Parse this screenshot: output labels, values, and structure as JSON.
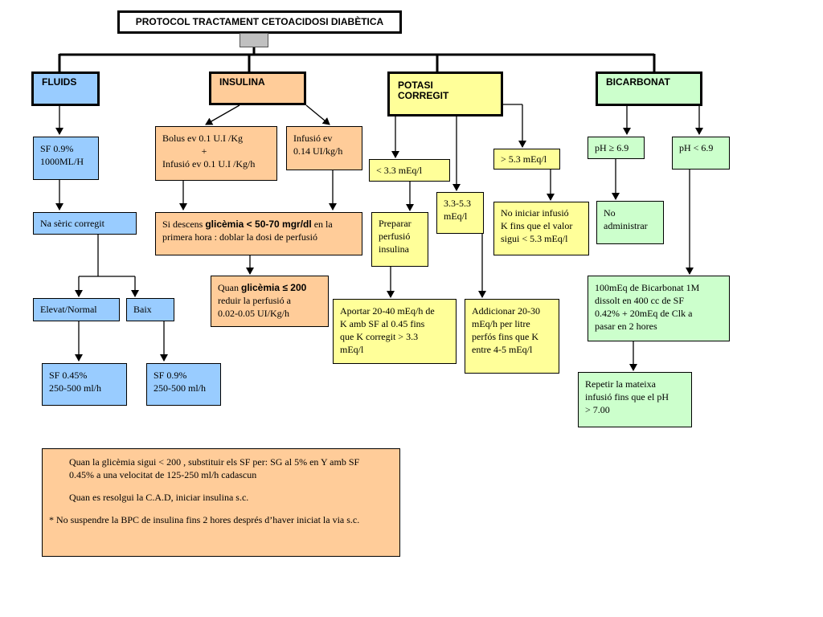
{
  "title": "PROTOCOL TRACTAMENT CETOACIDOSI DIABÈTICA",
  "headers": {
    "fluids": "FLUIDS",
    "insulina": "INSULINA",
    "potasi_l1": "POTASI",
    "potasi_l2": "CORREGIT",
    "bicarbonat": "BICARBONAT"
  },
  "fluids": {
    "sf": [
      "SF 0.9%",
      "1000ML/H"
    ],
    "na": "Na sèric corregit",
    "elevat": "Elevat/Normal",
    "baix": "Baix",
    "sf045": [
      "SF   0.45%",
      "250-500 ml/h"
    ],
    "sf09": [
      "SF  0.9%",
      "250-500 ml/h"
    ]
  },
  "insulina": {
    "bolus": [
      "Bolus ev  0.1  U.I /Kg",
      "+",
      "Infusió ev  0.1  U.I /Kg/h"
    ],
    "infusio": [
      "Infusió ev",
      "0.14 UI/kg/h"
    ],
    "descens_a": "Si descens ",
    "descens_b": "glicèmia < 50-70 mgr/dl",
    "descens_c": " en la",
    "descens_d": "primera hora : doblar  la dosi de perfusió",
    "quan_a": "Quan ",
    "quan_b": "glicèmia ≤ 200",
    "quan_c": "reduir la perfusió a",
    "quan_d": "0.02-0.05 UI/Kg/h"
  },
  "potasi": {
    "lt33": "< 3.3 mEq/l",
    "range": [
      "3.3-5.3",
      "mEq/l"
    ],
    "gt53": "> 5.3 mEq/l",
    "preparar": [
      "Preparar",
      "perfusió",
      "insulina"
    ],
    "aportar": [
      "Aportar 20-40 mEq/h de",
      "K amb SF al 0.45 fins",
      "que K corregit > 3.3",
      "mEq/l"
    ],
    "addicionar": [
      "Addicionar 20-30",
      "mEq/h per litre",
      "perfós fins que K",
      "entre 4-5 mEq/l"
    ],
    "no_iniciar": [
      "No iniciar infusió",
      "K fins que el valor",
      "sigui < 5.3 mEq/l"
    ]
  },
  "bicarbonat": {
    "ph_ge": "pH ≥ 6.9",
    "ph_lt": "pH < 6.9",
    "no_admin": [
      "No",
      "administrar"
    ],
    "dose": [
      "100mEq de Bicarbonat 1M",
      "dissolt en 400 cc de SF",
      "0.42% + 20mEq de Clk a",
      "pasar en 2 hores"
    ],
    "repetir": [
      "Repetir la mateixa",
      "infusió fins que el pH",
      "> 7.00"
    ]
  },
  "note": {
    "line1": "Quan la glicèmia sigui < 200 , substituir els SF per: SG al 5%  en Y amb SF",
    "line2": "0.45% a una velocitat de 125-250 ml/h cadascun",
    "line3": "Quan es resolgui la C.A.D, iniciar insulina s.c.",
    "line4": "* No suspendre la BPC de insulina fins 2 hores després d’haver iniciat la via s.c."
  },
  "colors": {
    "fluids": "#99ccff",
    "insulina": "#ffcc99",
    "potasi": "#ffff99",
    "bicarbonat": "#ccffcc"
  }
}
